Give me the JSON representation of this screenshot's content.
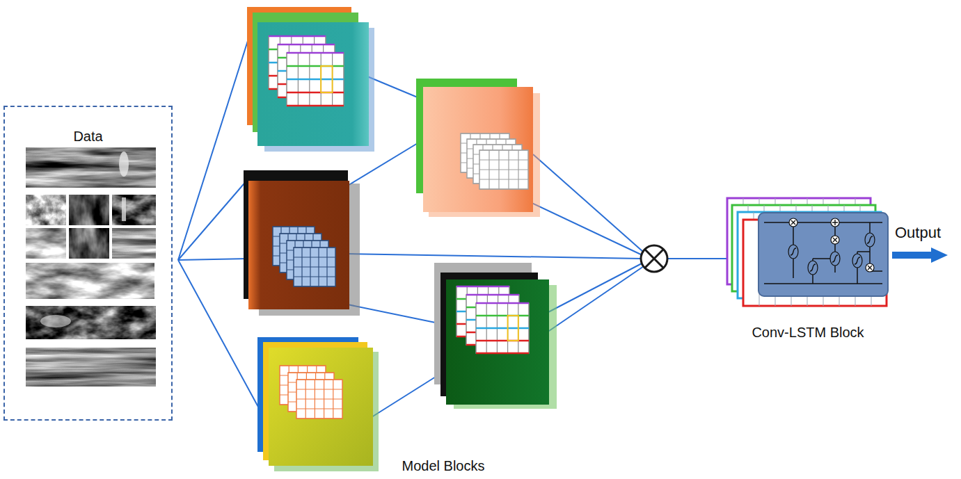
{
  "diagram": {
    "nodes": [
      {
        "text": [
          "Data"
        ]
      },
      {
        "text": [
          "Conv-LSTM Block"
        ]
      }
    ],
    "labels": [
      "Model Blocks",
      "Output"
    ]
  }
}
